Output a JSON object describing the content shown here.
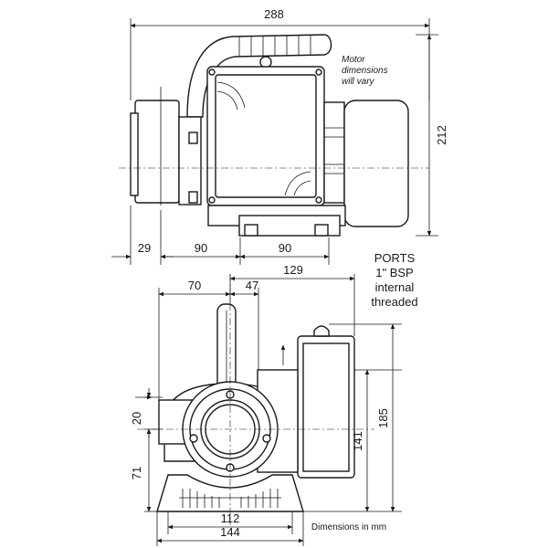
{
  "dimensions": {
    "overall_length": "288",
    "overall_height": "212",
    "flange_depth": "29",
    "left_span": "90",
    "right_span": "90",
    "width_70": "70",
    "width_47": "47",
    "width_129": "129",
    "port_height_20": "20",
    "base_to_center_71": "71",
    "height_141": "141",
    "height_185": "185",
    "base_112": "112",
    "base_144": "144"
  },
  "notes": {
    "motor_line1": "Motor",
    "motor_line2": "dimensions",
    "motor_line3": "will vary",
    "ports_title": "PORTS",
    "ports_line1": "1\" BSP",
    "ports_line2": "internal",
    "ports_line3": "threaded",
    "units": "Dimensions in mm"
  }
}
